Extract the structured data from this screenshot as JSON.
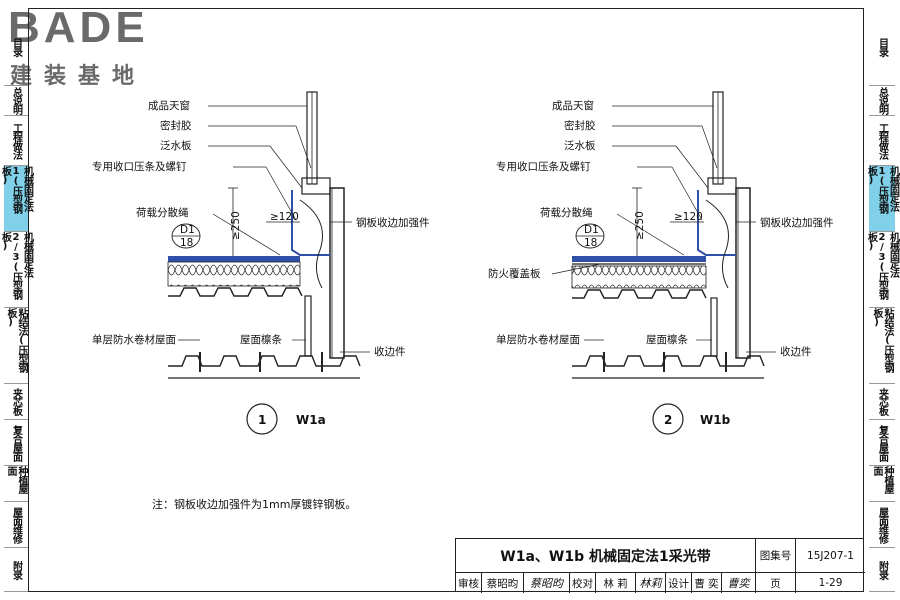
{
  "logo": {
    "word": "BADE",
    "sub": "建装基地"
  },
  "left_tabs": [
    {
      "label": "目录",
      "active": false
    },
    {
      "label": "总说明",
      "active": false
    },
    {
      "label": "工程做法",
      "active": false
    },
    {
      "label": "机械固定法1(压型钢板)",
      "active": true
    },
    {
      "label": "机械固定法2/3(压型钢板)",
      "active": false
    },
    {
      "label": "粘结法(压型钢板)",
      "active": false
    },
    {
      "label": "夹芯板",
      "active": false
    },
    {
      "label": "复合屋面",
      "active": false
    },
    {
      "label": "种植屋面",
      "active": false
    },
    {
      "label": "屋面维修",
      "active": false
    },
    {
      "label": "附录",
      "active": false
    }
  ],
  "right_tabs": [
    {
      "label": "目录",
      "active": false
    },
    {
      "label": "总说明",
      "active": false
    },
    {
      "label": "工程做法",
      "active": false
    },
    {
      "label": "机械固定法1(压型钢板)",
      "active": true
    },
    {
      "label": "机械固定法2/3(压型钢板)",
      "active": false
    },
    {
      "label": "粘结法(压型钢板)",
      "active": false
    },
    {
      "label": "夹芯板",
      "active": false
    },
    {
      "label": "复合屋面",
      "active": false
    },
    {
      "label": "种植屋面",
      "active": false
    },
    {
      "label": "屋面维修",
      "active": false
    },
    {
      "label": "附录",
      "active": false
    }
  ],
  "detail1": {
    "number": "1",
    "name": "W1a",
    "labels": {
      "skylight": "成品天窗",
      "sealant": "密封胶",
      "flashing": "泛水板",
      "clamp": "专用收口压条及螺钉",
      "load_rope": "荷载分散绳",
      "reinforce": "钢板收边加强件",
      "membrane": "单层防水卷材屋面",
      "purlin": "屋面檩条",
      "trim": "收边件",
      "dim1": "≥250",
      "dim2": "≥120",
      "ref_top": "D1",
      "ref_bot": "18"
    }
  },
  "detail2": {
    "number": "2",
    "name": "W1b",
    "labels": {
      "skylight": "成品天窗",
      "sealant": "密封胶",
      "flashing": "泛水板",
      "clamp": "专用收口压条及螺钉",
      "load_rope": "荷载分散绳",
      "reinforce": "钢板收边加强件",
      "fire_cover": "防火覆盖板",
      "membrane": "单层防水卷材屋面",
      "purlin": "屋面檩条",
      "trim": "收边件",
      "dim1": "≥250",
      "dim2": "≥120",
      "ref_top": "D1",
      "ref_bot": "18"
    }
  },
  "note": "注：钢板收边加强件为1mm厚镀锌钢板。",
  "title_block": {
    "title": "W1a、W1b 机械固定法1采光带",
    "atlas_label": "图集号",
    "atlas_no": "15J207-1",
    "review_label": "审核",
    "reviewer": "蔡昭昀",
    "review_sig": "蔡昭昀",
    "check_label": "校对",
    "checker": "林 莉",
    "check_sig": "林莉",
    "design_label": "设计",
    "designer": "曹 奕",
    "design_sig": "曹奕",
    "page_label": "页",
    "page_no": "1-29"
  },
  "colors": {
    "membrane_blue": "#2f4fa8",
    "tab_active": "#7fd0e8",
    "logo_gray": "#6a6a6a"
  }
}
